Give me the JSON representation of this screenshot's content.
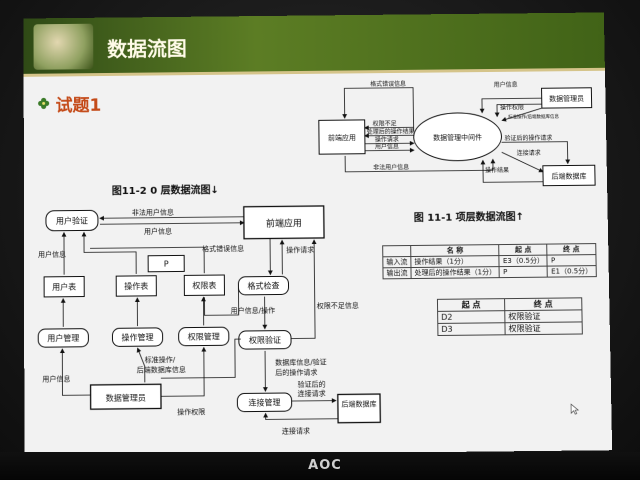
{
  "slide": {
    "title": "数据流图",
    "subject": "试题1"
  },
  "level1": {
    "title": "图11-2  0 层数据流图↓",
    "processes": {
      "user_verify": "用户验证",
      "frontend": "前端应用",
      "format_check": "格式检查",
      "auth_verify": "权限验证",
      "conn_mgmt": "连接管理",
      "user_mgmt": "用户管理",
      "op_mgmt": "操作管理",
      "auth_mgmt": "权限管理",
      "db_admin": "数据管理员",
      "backend_db": "后端数据库"
    },
    "stores": {
      "user_table": "用户表",
      "op_table": "操作表",
      "auth_table": "权限表",
      "p": "P"
    },
    "flows": {
      "illegal_user": "非法用户信息",
      "user_info_top": "用户信息",
      "format_error": "格式错误信息",
      "op_request": "操作请求",
      "user_info_op": "用户信息/操作",
      "insufficient_auth": "权限不足信息",
      "db_info_verify": "数据库信息/验证",
      "after_op_request": "后的操作请求",
      "verified_conn": "验证后的",
      "conn_request_short": "连接请求",
      "conn_request": "连接请求",
      "std_op": "标准操作/",
      "backend_db_info": "后端数据库信息",
      "op_auth": "操作权限",
      "user_info_left": "用户信息",
      "user_info_bottom": "用户信息"
    }
  },
  "context": {
    "title": "图 11-1  项层数据流图↑",
    "frontend": "前端应用",
    "middleware": "数据管理中间件",
    "db_admin": "数据管理员",
    "backend_db": "后端数据库",
    "flows": {
      "format_error": "格式错误信息",
      "insufficient_auth": "权限不足",
      "after_op_result": "处理后的操作结果",
      "op_request": "操作请求",
      "user_info": "用户信息",
      "illegal_user": "非法用户信息",
      "user_info_right": "用户信息",
      "op_auth": "操作权限",
      "std_op": "标准操作/后端数据库信息",
      "verified_op": "验证后的操作请求",
      "conn_request": "连接请求",
      "op_result": "操作结果"
    }
  },
  "table1": {
    "headers": [
      "",
      "名  称",
      "起  点",
      "终  点"
    ],
    "rows": [
      [
        "输入流",
        "操作结果（1分）",
        "E3（0.5分）",
        "P"
      ],
      [
        "输出流",
        "处理后的操作结果（1分）",
        "P",
        "E1（0.5分）"
      ]
    ]
  },
  "table2": {
    "headers": [
      "起  点",
      "终  点"
    ],
    "rows": [
      [
        "D2",
        "权限验证"
      ],
      [
        "D3",
        "权限验证"
      ]
    ]
  },
  "monitor": {
    "brand": "AOC"
  }
}
